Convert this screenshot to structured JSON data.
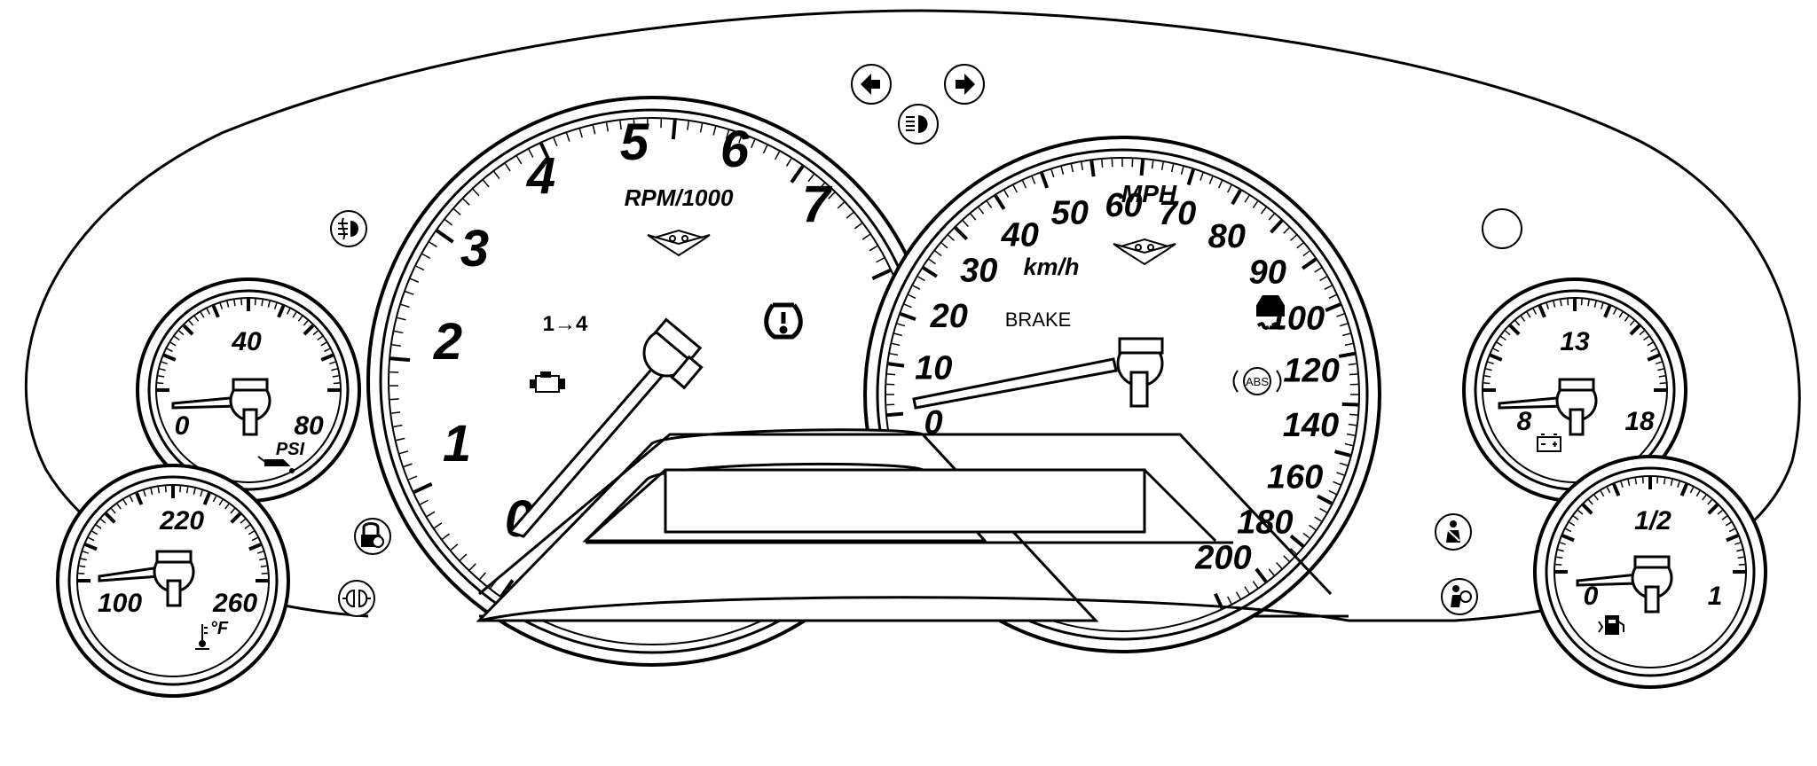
{
  "tachometer": {
    "label": "RPM/1000",
    "ticks": [
      "0",
      "1",
      "2",
      "3",
      "4",
      "5",
      "6",
      "7"
    ],
    "indicators": {
      "shift": "1→4"
    }
  },
  "speedometer": {
    "label_mph": "MPH",
    "label_kmh": "km/h",
    "mph_ticks": [
      "0",
      "10",
      "20",
      "30",
      "40",
      "50",
      "60",
      "70",
      "80",
      "90",
      "100",
      "120",
      "140",
      "160",
      "180",
      "200"
    ],
    "brake_label": "BRAKE",
    "abs_label": "ABS"
  },
  "oil_gauge": {
    "ticks": [
      "0",
      "40",
      "80"
    ],
    "unit": "PSI"
  },
  "temp_gauge": {
    "ticks": [
      "100",
      "220",
      "260"
    ],
    "unit": "°F"
  },
  "volt_gauge": {
    "ticks": [
      "8",
      "13",
      "18"
    ]
  },
  "fuel_gauge": {
    "ticks": [
      "0",
      "1/2",
      "1"
    ]
  },
  "icons": [
    "turn-left-icon",
    "turn-right-icon",
    "headlight-high-beam-icon",
    "front-fog-icon",
    "check-engine-icon",
    "tire-pressure-icon",
    "traction-control-icon",
    "security-icon",
    "parking-lamp-icon",
    "seatbelt-icon",
    "airbag-icon",
    "oil-can-icon",
    "coolant-temp-icon",
    "battery-icon",
    "fuel-pump-icon"
  ]
}
